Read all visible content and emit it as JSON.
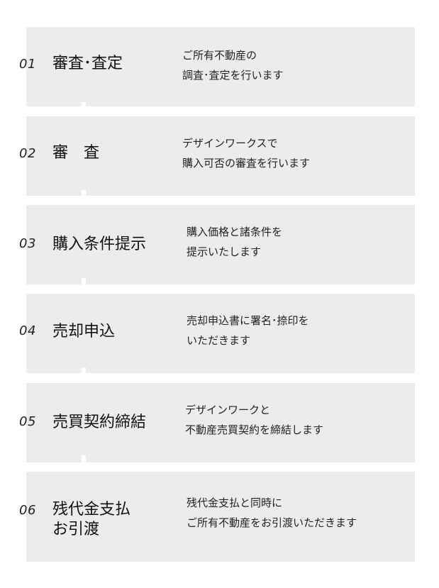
{
  "steps": [
    {
      "number": "01",
      "title": "審査･査定",
      "description": "ご所有不動産の\n調査･査定を行います"
    },
    {
      "number": "02",
      "title": "審　査",
      "description": "デザインワークスで\n購入可否の審査を行います"
    },
    {
      "number": "03",
      "title": "購入条件提示",
      "description": "購入価格と諸条件を\n提示いたします"
    },
    {
      "number": "04",
      "title": "売却申込",
      "description": "売却申込書に署名･捺印を\nいただきます"
    },
    {
      "number": "05",
      "title": "売買契約締結",
      "description": "デザインワークと\n不動産売買契約を締結します"
    },
    {
      "number": "06",
      "title": "残代金支払\nお引渡",
      "description": "残代金支払と同時に\nご所有不動産をお引渡いただきます"
    }
  ],
  "colors": {
    "box": "#ececec",
    "arrow": "#ffffff",
    "text": "#222222"
  }
}
